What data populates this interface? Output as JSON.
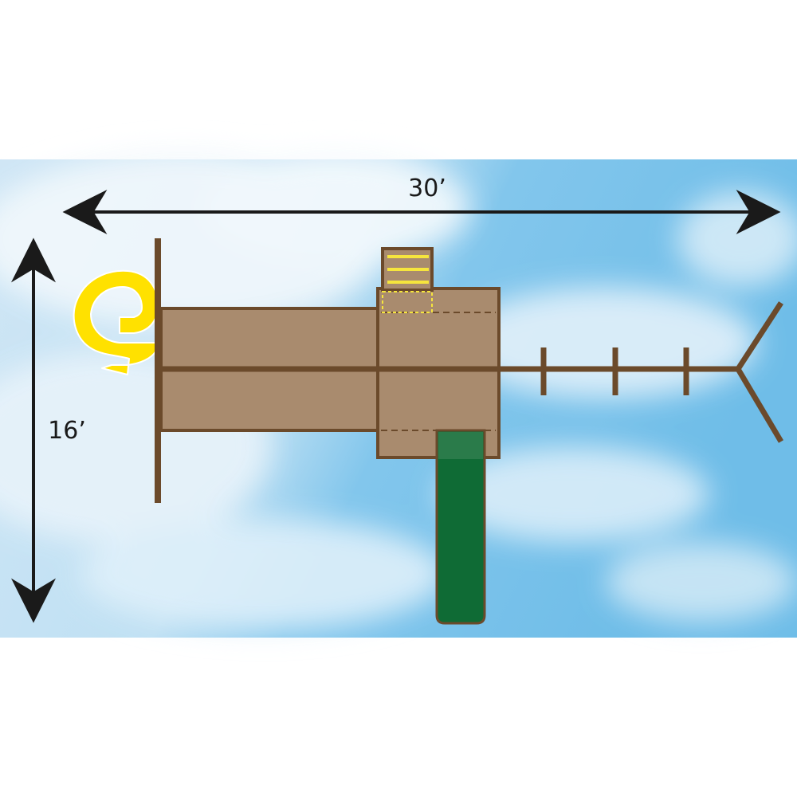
{
  "dimensions": {
    "width_label": "30’",
    "depth_label": "16’"
  },
  "colors": {
    "sky_light": "#cfe6f5",
    "sky_blue": "#7cc3ea",
    "cloud": "#f2f8fc",
    "wood_deck": "#a98b6e",
    "wood_frame": "#6b4a2b",
    "slide_green": "#0f6b35",
    "tube_slide_yellow": "#ffe100",
    "ladder_yellow": "#f6e53d",
    "arrow": "#1a1a1a"
  },
  "components": [
    {
      "name": "tube-slide",
      "icon": "spiral-slide-icon"
    },
    {
      "name": "swing-beam",
      "icon": "beam-icon"
    },
    {
      "name": "lower-deck",
      "icon": "deck-icon"
    },
    {
      "name": "tower",
      "icon": "tower-icon"
    },
    {
      "name": "ladder",
      "icon": "ladder-icon"
    },
    {
      "name": "wave-slide",
      "icon": "slide-icon"
    },
    {
      "name": "monkey-bars",
      "icon": "monkey-bars-icon"
    }
  ]
}
